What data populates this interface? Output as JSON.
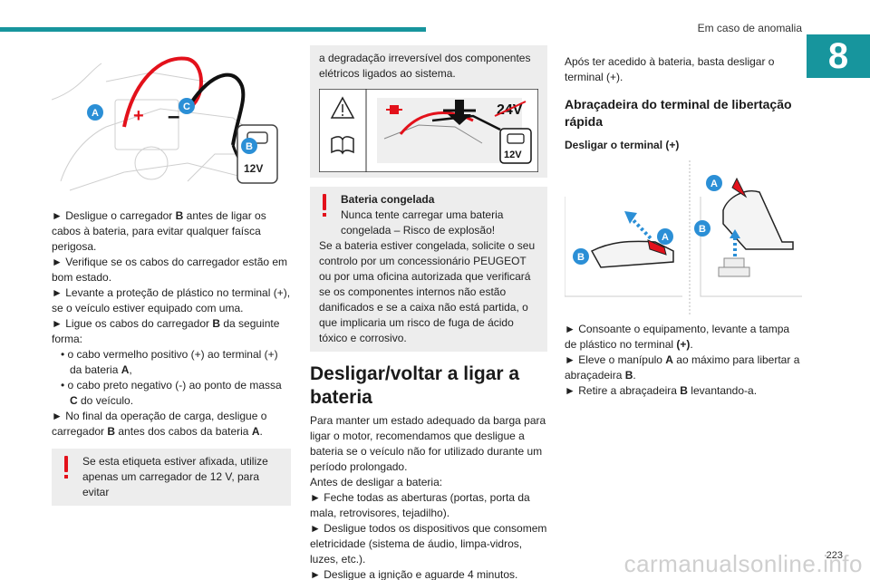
{
  "header": {
    "running_head": "Em caso de anomalia",
    "chapter_number": "8",
    "page_number": "223"
  },
  "watermark": "carmanualsonline.info",
  "col1": {
    "figure": {
      "callouts": [
        "A",
        "C",
        "B"
      ],
      "signs": [
        "+",
        "–"
      ],
      "charger_label": "12V",
      "icon": "battery-charger-illustration"
    },
    "steps": [
      {
        "marker": "►",
        "pre": "Desligue o carregador ",
        "bold": "B",
        "post": " antes de ligar os cabos à bateria, para evitar qualquer faísca perigosa."
      },
      {
        "marker": "►",
        "pre": "Verifique se os cabos do carregador estão em bom estado.",
        "bold": "",
        "post": ""
      },
      {
        "marker": "►",
        "pre": "Levante a proteção de plástico no terminal (+), se o veículo estiver equipado com uma.",
        "bold": "",
        "post": ""
      },
      {
        "marker": "►",
        "pre": "Ligue os cabos do carregador ",
        "bold": "B",
        "post": " da seguinte forma:"
      }
    ],
    "sub_steps": [
      {
        "marker": "•",
        "pre": "o cabo vermelho positivo (+) ao terminal (+) da bateria ",
        "bold": "A",
        "post": ","
      },
      {
        "marker": "•",
        "pre": "o cabo preto negativo (-) ao ponto de massa ",
        "bold": "C",
        "post": " do veículo."
      }
    ],
    "final_step": {
      "marker": "►",
      "pre": "No final da operação de carga, desligue o carregador ",
      "bold": "B",
      "post": " antes dos cabos da bateria ",
      "bold2": "A",
      "post2": "."
    },
    "warning": "Se esta etiqueta estiver afixada, utilize apenas um carregador de 12 V, para evitar"
  },
  "col2": {
    "continued_text": "a degradação irreversível dos componentes elétricos ligados ao sistema.",
    "label": {
      "forbidden_voltage": "24V",
      "allowed_voltage": "12V",
      "icons": [
        "warning-triangle-icon",
        "manual-book-icon",
        "prohibition-icon",
        "charger-icon"
      ]
    },
    "frozen_title": "Bateria congelada",
    "frozen_text": "Nunca tente carregar uma bateria congelada – Risco de explosão!",
    "frozen_text2": "Se a bateria estiver congelada, solicite o seu controlo por um concessionário PEUGEOT ou por uma oficina autorizada que verificará se os componentes internos não estão danificados e se a caixa não está partida, o que implicaria um risco de fuga de ácido tóxico e corrosivo.",
    "heading": "Desligar/voltar a ligar a bateria",
    "intro": "Para manter um estado adequado da barga para ligar o motor, recomendamos que desligue a bateria se o veículo não for utilizado durante um período prolongado.",
    "before": "Antes de desligar a bateria:",
    "steps": [
      {
        "marker": "►",
        "text": "Feche todas as aberturas (portas, porta da mala, retrovisores, tejadilho)."
      },
      {
        "marker": "►",
        "text": "Desligue todos os dispositivos que consomem eletricidade (sistema de áudio, limpa-vidros, luzes, etc.)."
      },
      {
        "marker": "►",
        "text": "Desligue a ignição e aguarde 4 minutos."
      }
    ]
  },
  "col3": {
    "intro": "Após ter acedido à bateria, basta desligar o terminal (+).",
    "heading": "Abraçadeira do terminal de libertação rápida",
    "subheading": "Desligar o terminal (+)",
    "figure": {
      "callouts": [
        "A",
        "B",
        "B",
        "A"
      ]
    },
    "steps": [
      {
        "marker": "►",
        "pre": "Consoante o equipamento, levante a tampa de plástico no terminal ",
        "bold": "(+)",
        "post": "."
      },
      {
        "marker": "►",
        "pre": "Eleve o manípulo ",
        "bold": "A",
        "post": " ao máximo para libertar a abraçadeira ",
        "bold2": "B",
        "post2": "."
      },
      {
        "marker": "►",
        "pre": "Retire a abraçadeira ",
        "bold": "B",
        "post": " levantando-a."
      }
    ]
  },
  "colors": {
    "accent": "#17959d",
    "callout": "#2b8fd6",
    "warning": "#e3111b",
    "note_bg": "#ededed"
  }
}
